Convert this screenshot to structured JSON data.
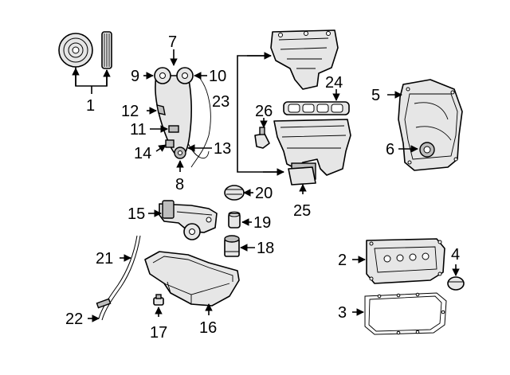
{
  "diagram": {
    "callouts": {
      "c1": "1",
      "c2": "2",
      "c3": "3",
      "c4": "4",
      "c5": "5",
      "c6": "6",
      "c7": "7",
      "c8": "8",
      "c9": "9",
      "c10": "10",
      "c11": "11",
      "c12": "12",
      "c13": "13",
      "c14": "14",
      "c15": "15",
      "c16": "16",
      "c17": "17",
      "c18": "18",
      "c19": "19",
      "c20": "20",
      "c21": "21",
      "c22": "22",
      "c23": "23",
      "c24": "24",
      "c25": "25",
      "c26": "26"
    },
    "colors": {
      "line": "#000000",
      "fill": "#e6e6e6",
      "shade": "#bdbdbd",
      "background": "#ffffff"
    }
  }
}
